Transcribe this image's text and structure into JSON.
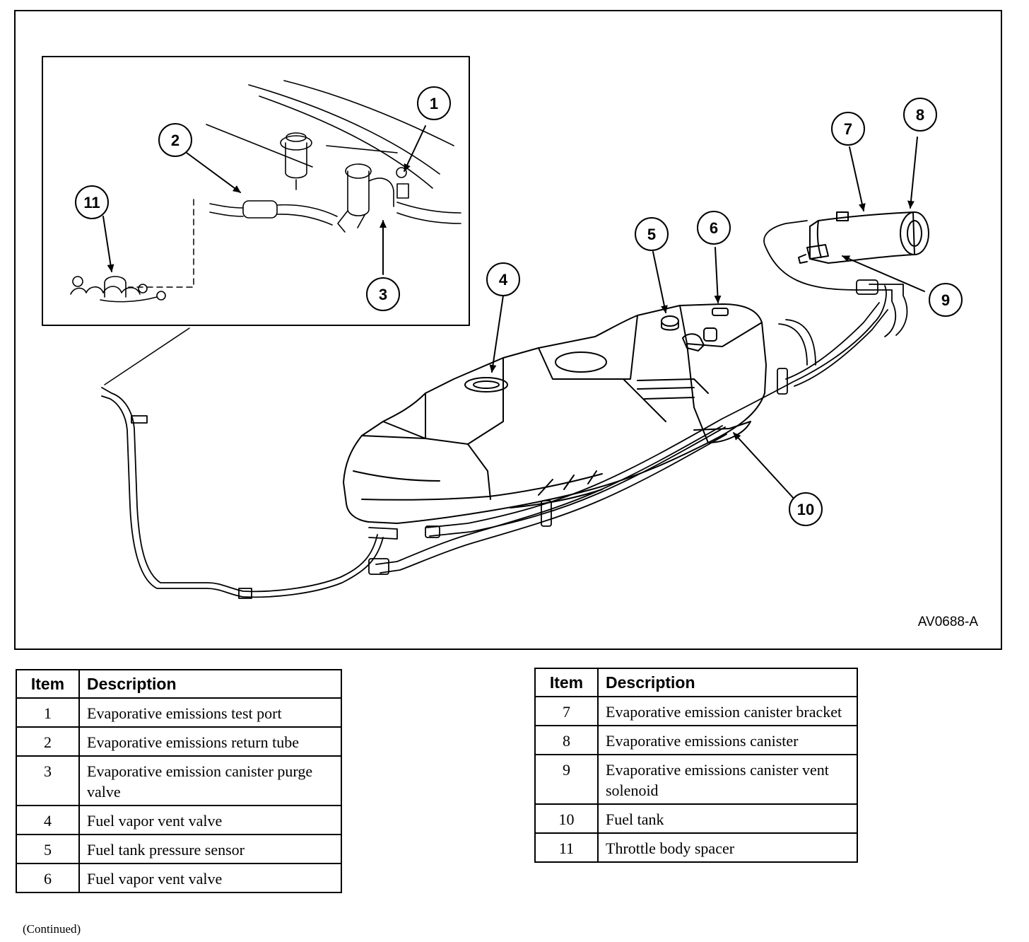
{
  "figure": {
    "code": "AV0688-A",
    "callouts": [
      {
        "number": "1"
      },
      {
        "number": "2"
      },
      {
        "number": "3"
      },
      {
        "number": "4"
      },
      {
        "number": "5"
      },
      {
        "number": "6"
      },
      {
        "number": "7"
      },
      {
        "number": "8"
      },
      {
        "number": "9"
      },
      {
        "number": "10"
      },
      {
        "number": "11"
      }
    ]
  },
  "legend": {
    "header_item": "Item",
    "header_description": "Description",
    "left_rows": [
      {
        "item": "1",
        "description": "Evaporative emissions test port"
      },
      {
        "item": "2",
        "description": "Evaporative emissions return tube"
      },
      {
        "item": "3",
        "description": "Evaporative emission canister purge valve"
      },
      {
        "item": "4",
        "description": "Fuel vapor vent valve"
      },
      {
        "item": "5",
        "description": "Fuel tank pressure sensor"
      },
      {
        "item": "6",
        "description": "Fuel vapor vent valve"
      }
    ],
    "right_rows": [
      {
        "item": "7",
        "description": "Evaporative emission canister bracket"
      },
      {
        "item": "8",
        "description": "Evaporative emissions canister"
      },
      {
        "item": "9",
        "description": "Evaporative emissions canister vent solenoid"
      },
      {
        "item": "10",
        "description": "Fuel tank"
      },
      {
        "item": "11",
        "description": "Throttle body spacer"
      }
    ]
  },
  "footer": {
    "continued": "(Continued)"
  }
}
